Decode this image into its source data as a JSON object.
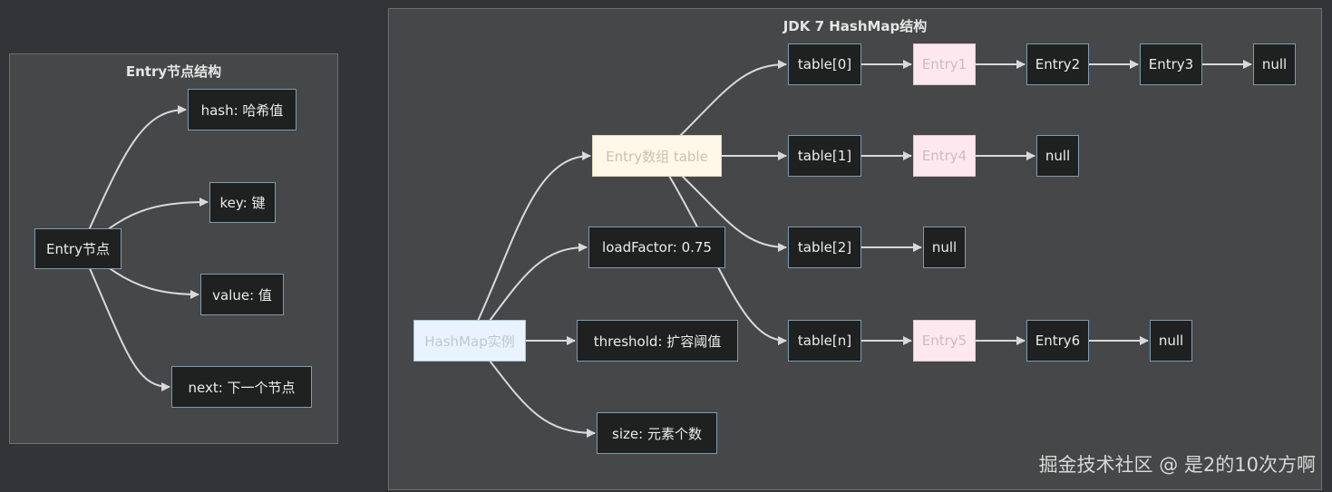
{
  "clusters": {
    "entry": {
      "title": "Entry节点结构"
    },
    "hashmap": {
      "title": "JDK 7 HashMap结构"
    }
  },
  "nodes": {
    "entry_node": "Entry节点",
    "hash": "hash: 哈希值",
    "key": "key: 键",
    "value": "value: 值",
    "next": "next: 下一个节点",
    "hashmap": "HashMap实例",
    "array": "Entry数组 table",
    "load_factor": "loadFactor: 0.75",
    "threshold": "threshold: 扩容阈值",
    "size": "size: 元素个数",
    "t0": "table[0]",
    "t1": "table[1]",
    "t2": "table[2]",
    "tn": "table[n]",
    "e1": "Entry1",
    "e2": "Entry2",
    "e3": "Entry3",
    "e4": "Entry4",
    "e5": "Entry5",
    "e6": "Entry6",
    "null0": "null",
    "null1": "null",
    "null2": "null",
    "nulln": "null"
  },
  "watermark": "掘金技术社区 @ 是2的10次方啊",
  "colors": {
    "background": "#333437",
    "cluster_fill": "#464748",
    "edge": "#d9d9d9",
    "node_border": "#7e9bb3",
    "hashmap_fill": "#e8f3fd",
    "array_fill": "#fff7e8",
    "entry_highlight_fill": "#fde8ef"
  }
}
